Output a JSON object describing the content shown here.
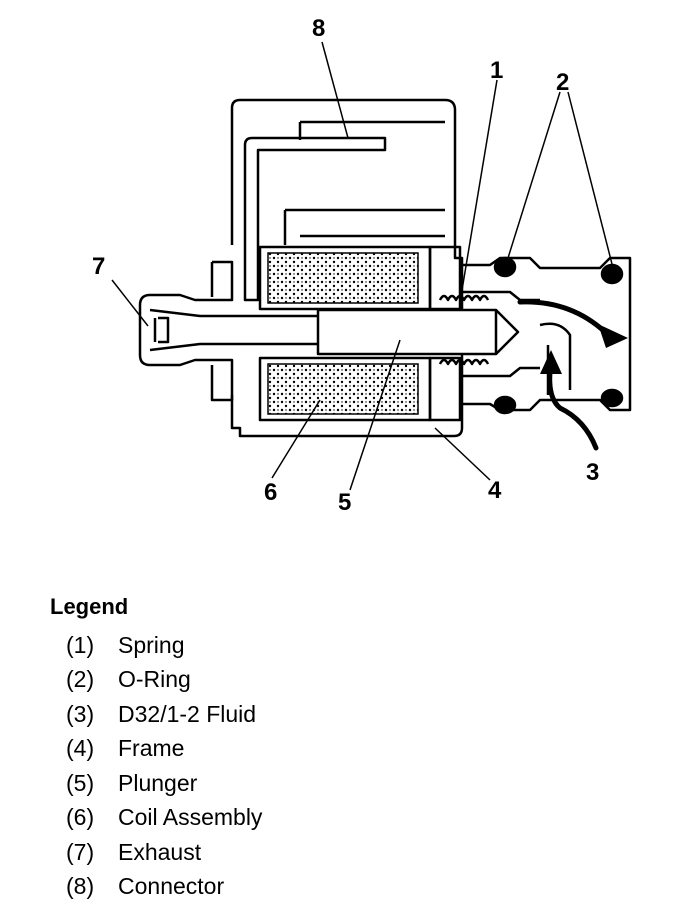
{
  "diagram": {
    "callouts": [
      "1",
      "2",
      "3",
      "4",
      "5",
      "6",
      "7",
      "8"
    ]
  },
  "legend": {
    "title": "Legend",
    "items": [
      {
        "num": "(1)",
        "label": "Spring"
      },
      {
        "num": "(2)",
        "label": "O-Ring"
      },
      {
        "num": "(3)",
        "label": "D32/1-2 Fluid"
      },
      {
        "num": "(4)",
        "label": "Frame"
      },
      {
        "num": "(5)",
        "label": "Plunger"
      },
      {
        "num": "(6)",
        "label": "Coil Assembly"
      },
      {
        "num": "(7)",
        "label": "Exhaust"
      },
      {
        "num": "(8)",
        "label": "Connector"
      }
    ]
  }
}
